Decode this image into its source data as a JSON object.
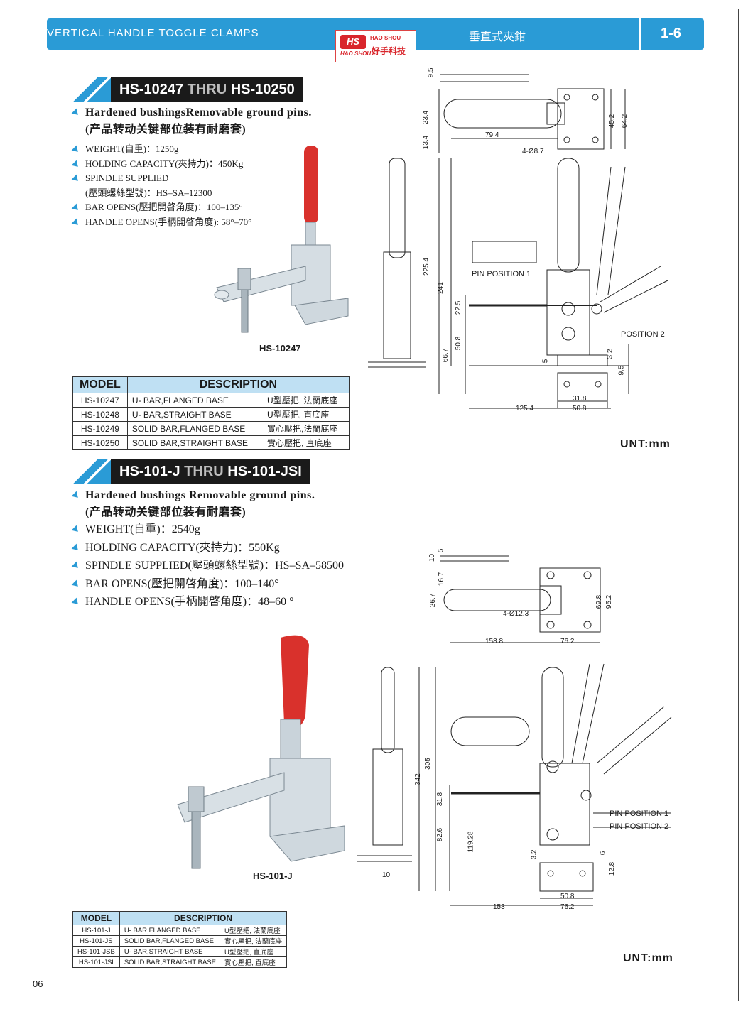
{
  "header": {
    "left_title": "VERTICAL HANDLE TOGGLE CLAMPS",
    "center_title": "垂直式夾鉗",
    "page_code": "1-6",
    "logo": {
      "mark": "HS",
      "en_top": "HAO SHOU",
      "en_bottom": "HAO SHOU",
      "cn": "好手科技"
    }
  },
  "section1": {
    "title_a": "HS-10247",
    "title_thru": "THRU",
    "title_b": "HS-10250",
    "feature_line1": "Hardened bushingsRemovable ground pins.",
    "feature_line2": "(产品转动关键部位装有耐磨套)",
    "specs": [
      "WEIGHT(自重)：1250g",
      "HOLDING CAPACITY(夾持力)：450Kg",
      "SPINDLE SUPPLIED",
      "(壓頭螺絲型號)：HS–SA–12300",
      "BAR OPENS(壓把開啓角度)：100–135°",
      "HANDLE OPENS(手柄開啓角度): 58°–70°"
    ],
    "photo_caption": "HS-10247",
    "table": {
      "headers": [
        "MODEL",
        "DESCRIPTION"
      ],
      "rows": [
        [
          "HS-10247",
          "U- BAR,FLANGED BASE",
          "U型壓把, 法蘭底座"
        ],
        [
          "HS-10248",
          "U- BAR,STRAIGHT BASE",
          "U型壓把, 直底座"
        ],
        [
          "HS-10249",
          "SOLID BAR,FLANGED BASE",
          "實心壓把,法蘭底座"
        ],
        [
          "HS-10250",
          "SOLID BAR,STRAIGHT BASE",
          "實心壓把, 直底座"
        ]
      ]
    },
    "unit": "UNT:mm",
    "dims": {
      "d9_5": "9.5",
      "d23_4": "23.4",
      "d13_4": "13.4",
      "d79_4": "79.4",
      "d45_2": "45.2",
      "d64_2": "64.2",
      "d4_8_7": "4-Ø8.7",
      "d225_4": "225.4",
      "d241": "241",
      "d22_5": "22.5",
      "d50_8": "50.8",
      "d66_7": "66.7",
      "d5": "5",
      "d3_2": "3.2",
      "d9_5b": "9.5",
      "d31_8": "31.8",
      "d50_8b": "50.8",
      "d125_4": "125.4",
      "pin1": "PIN POSITION 1",
      "pos2": "POSITION 2"
    }
  },
  "section2": {
    "title_a": "HS-101-J",
    "title_thru": "THRU",
    "title_b": "HS-101-JSI",
    "feature_line1": "Hardened bushings Removable ground pins.",
    "feature_line2": "(产品转动关键部位装有耐磨套)",
    "specs": [
      "WEIGHT(自重)：2540g",
      "HOLDING CAPACITY(夾持力)：550Kg",
      "SPINDLE SUPPLIED(壓頭螺絲型號)：HS–SA–58500",
      "BAR OPENS(壓把開啓角度)：100–140°",
      "HANDLE OPENS(手柄開啓角度)：48–60 °"
    ],
    "photo_caption": "HS-101-J",
    "table": {
      "headers": [
        "MODEL",
        "DESCRIPTION"
      ],
      "rows": [
        [
          "HS-101-J",
          "U- BAR,FLANGED BASE",
          "U型壓把, 法蘭底座"
        ],
        [
          "HS-101-JS",
          "SOLID BAR,FLANGED BASE",
          "實心壓把, 法蘭底座"
        ],
        [
          "HS-101-JSB",
          "U- BAR,STRAIGHT BASE",
          "U型壓把, 直底座"
        ],
        [
          "HS-101-JSI",
          "SOLID BAR,STRAIGHT BASE",
          "實心壓把, 直底座"
        ]
      ]
    },
    "unit": "UNT:mm",
    "dims": {
      "d10": "10",
      "d5": "5",
      "d16_7": "16.7",
      "d26_7": "26.7",
      "d69_8": "69.8",
      "d95_2": "95.2",
      "d4_12_3": "4-Ø12.3",
      "d158_8": "158.8",
      "d76_2": "76.2",
      "d342": "342",
      "d305": "305",
      "d31_8": "31.8",
      "d82_6": "82.6",
      "d119_28": "119.28",
      "d3_2": "3.2",
      "d6": "6",
      "d12_8": "12.8",
      "d10b": "10",
      "d50_8": "50.8",
      "d153": "153",
      "d76_2b": "76.2",
      "pin1": "PIN POSITION 1",
      "pin2": "PIN POSITION 2"
    }
  },
  "page_number": "06"
}
